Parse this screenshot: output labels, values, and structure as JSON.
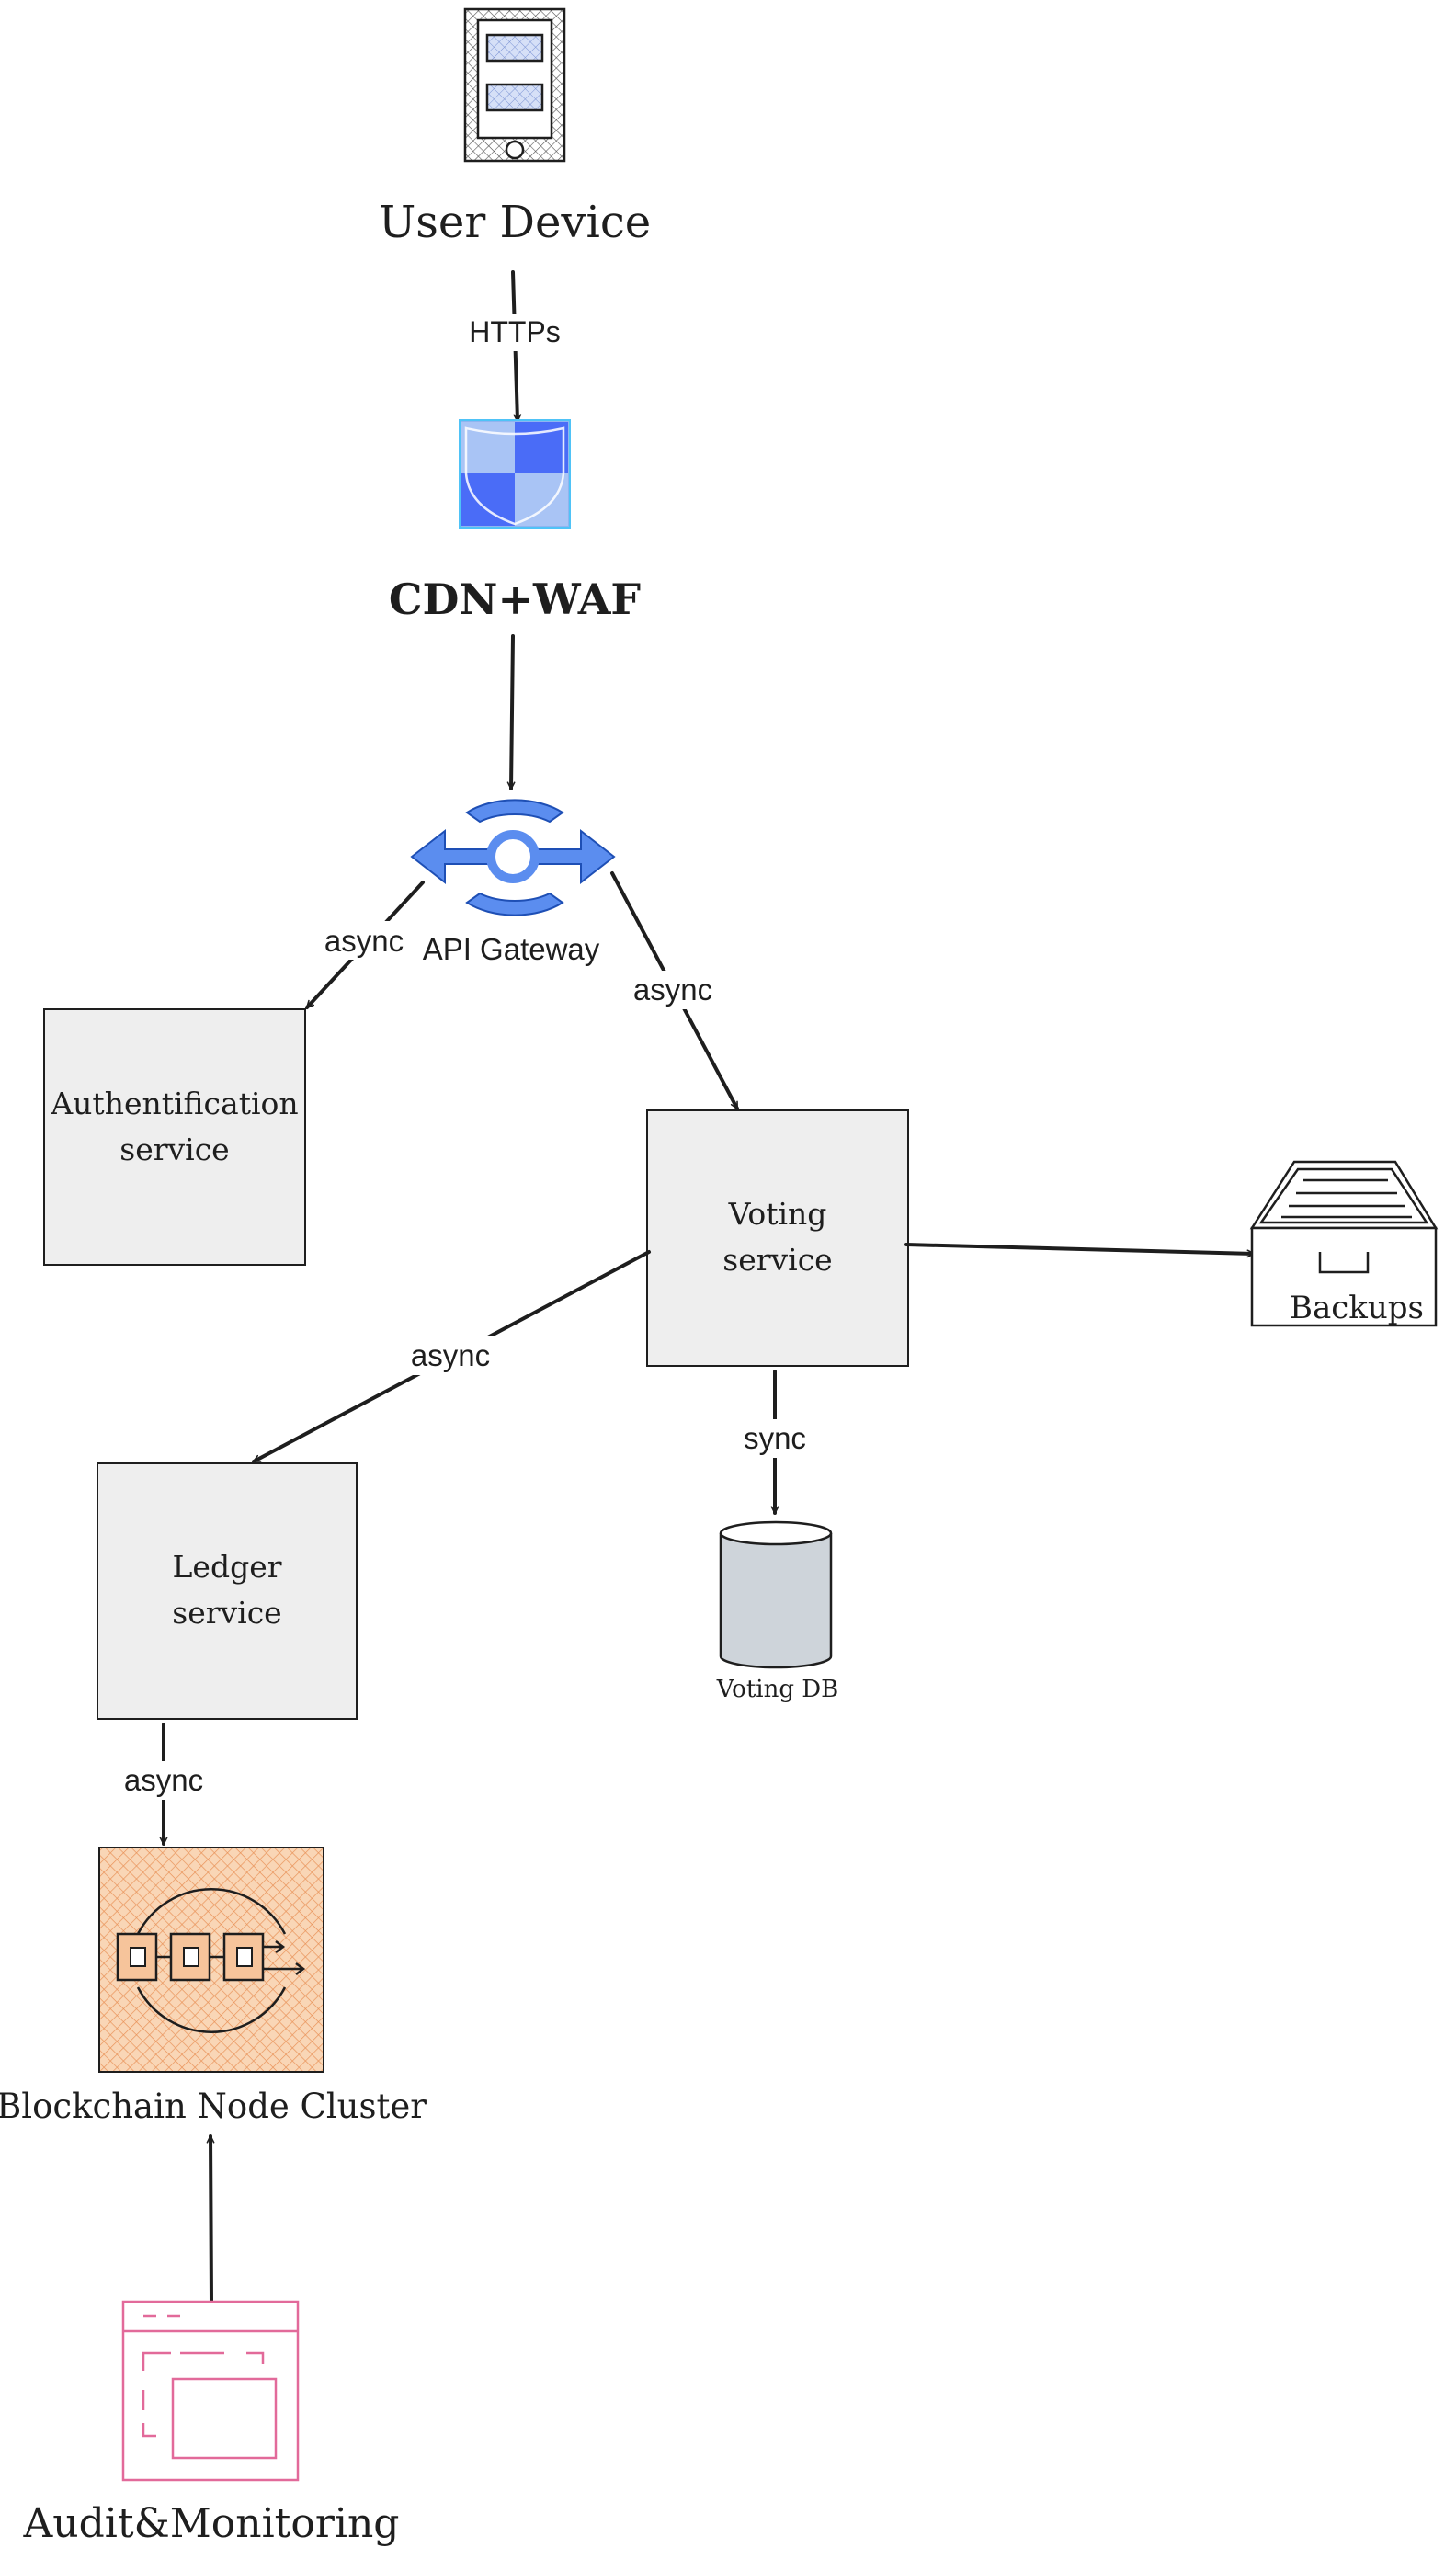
{
  "nodes": {
    "user_device": "User Device",
    "cdn_waf": "CDN+WAF",
    "api_gateway": "API Gateway",
    "auth_service": [
      "Authentification",
      "service"
    ],
    "voting_service": [
      "Voting",
      "service"
    ],
    "backups": "Backups",
    "ledger_service": [
      "Ledger",
      "service"
    ],
    "voting_db": "Voting DB",
    "blockchain": "Blockchain Node Cluster",
    "audit": "Audit&Monitoring"
  },
  "edges": {
    "https": "HTTPs",
    "async_auth": "async",
    "async_voting": "async",
    "async_ledger": "async",
    "sync_db": "sync",
    "async_blockchain": "async"
  },
  "colors": {
    "ink": "#1e1e1e",
    "service_fill": "#eeeeee",
    "gateway_blue": "#5b8def",
    "waf_dark": "#4a6cf7",
    "waf_light": "#a9c4f5",
    "blockchain_fill": "#f6c49b",
    "audit_pink": "#e26a9a",
    "db_fill": "#ced4da"
  },
  "icons": {
    "user_device": "mobile-device-icon",
    "cdn_waf": "shield-icon",
    "api_gateway": "api-gateway-icon",
    "backups": "archive-drawer-icon",
    "voting_db": "database-cylinder-icon",
    "blockchain": "blockchain-icon",
    "audit": "browser-window-icon"
  }
}
